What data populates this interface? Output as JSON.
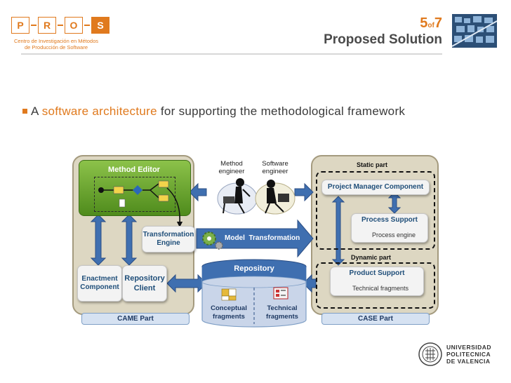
{
  "header": {
    "logo_letters": [
      "P",
      "R",
      "O",
      "S"
    ],
    "logo_line1": "Centro de Investigación en Métodos",
    "logo_line2": "de Producción de Software",
    "page_current": "5",
    "page_of": "of",
    "page_total": "7",
    "title": "Proposed Solution"
  },
  "bullet": {
    "prefix": "A ",
    "highlight": "software architecture",
    "rest": " for supporting the methodological framework"
  },
  "diagram": {
    "came_part": "CAME Part",
    "case_part": "CASE Part",
    "method_editor": "Method Editor",
    "transformation_engine_l1": "Transformation",
    "transformation_engine_l2": "Engine",
    "enactment_l1": "Enactment",
    "enactment_l2": "Component",
    "repo_client_l1": "Repository",
    "repo_client_l2": "Client",
    "method_engineer_l1": "Method",
    "method_engineer_l2": "engineer",
    "software_engineer_l1": "Software",
    "software_engineer_l2": "engineer",
    "model_transformation": "Model  Transformation",
    "repository": "Repository",
    "conceptual_l1": "Conceptual",
    "conceptual_l2": "fragments",
    "technical_l1": "Technical",
    "technical_l2": "fragments",
    "static_part": "Static part",
    "project_manager": "Project Manager Component",
    "process_support": "Process Support",
    "process_engine": "Process engine",
    "dynamic_part": "Dynamic part",
    "product_support": "Product Support",
    "technical_fragments": "Technical fragments"
  },
  "footer": {
    "uv_l1": "UNIVERSIDAD",
    "uv_l2": "POLITECNICA",
    "uv_l3": "DE VALENCIA"
  },
  "colors": {
    "accent": "#e07a1e",
    "arrow_blue": "#3f6fb0",
    "panel": "#ddd7c2",
    "green": "#6aa632"
  }
}
